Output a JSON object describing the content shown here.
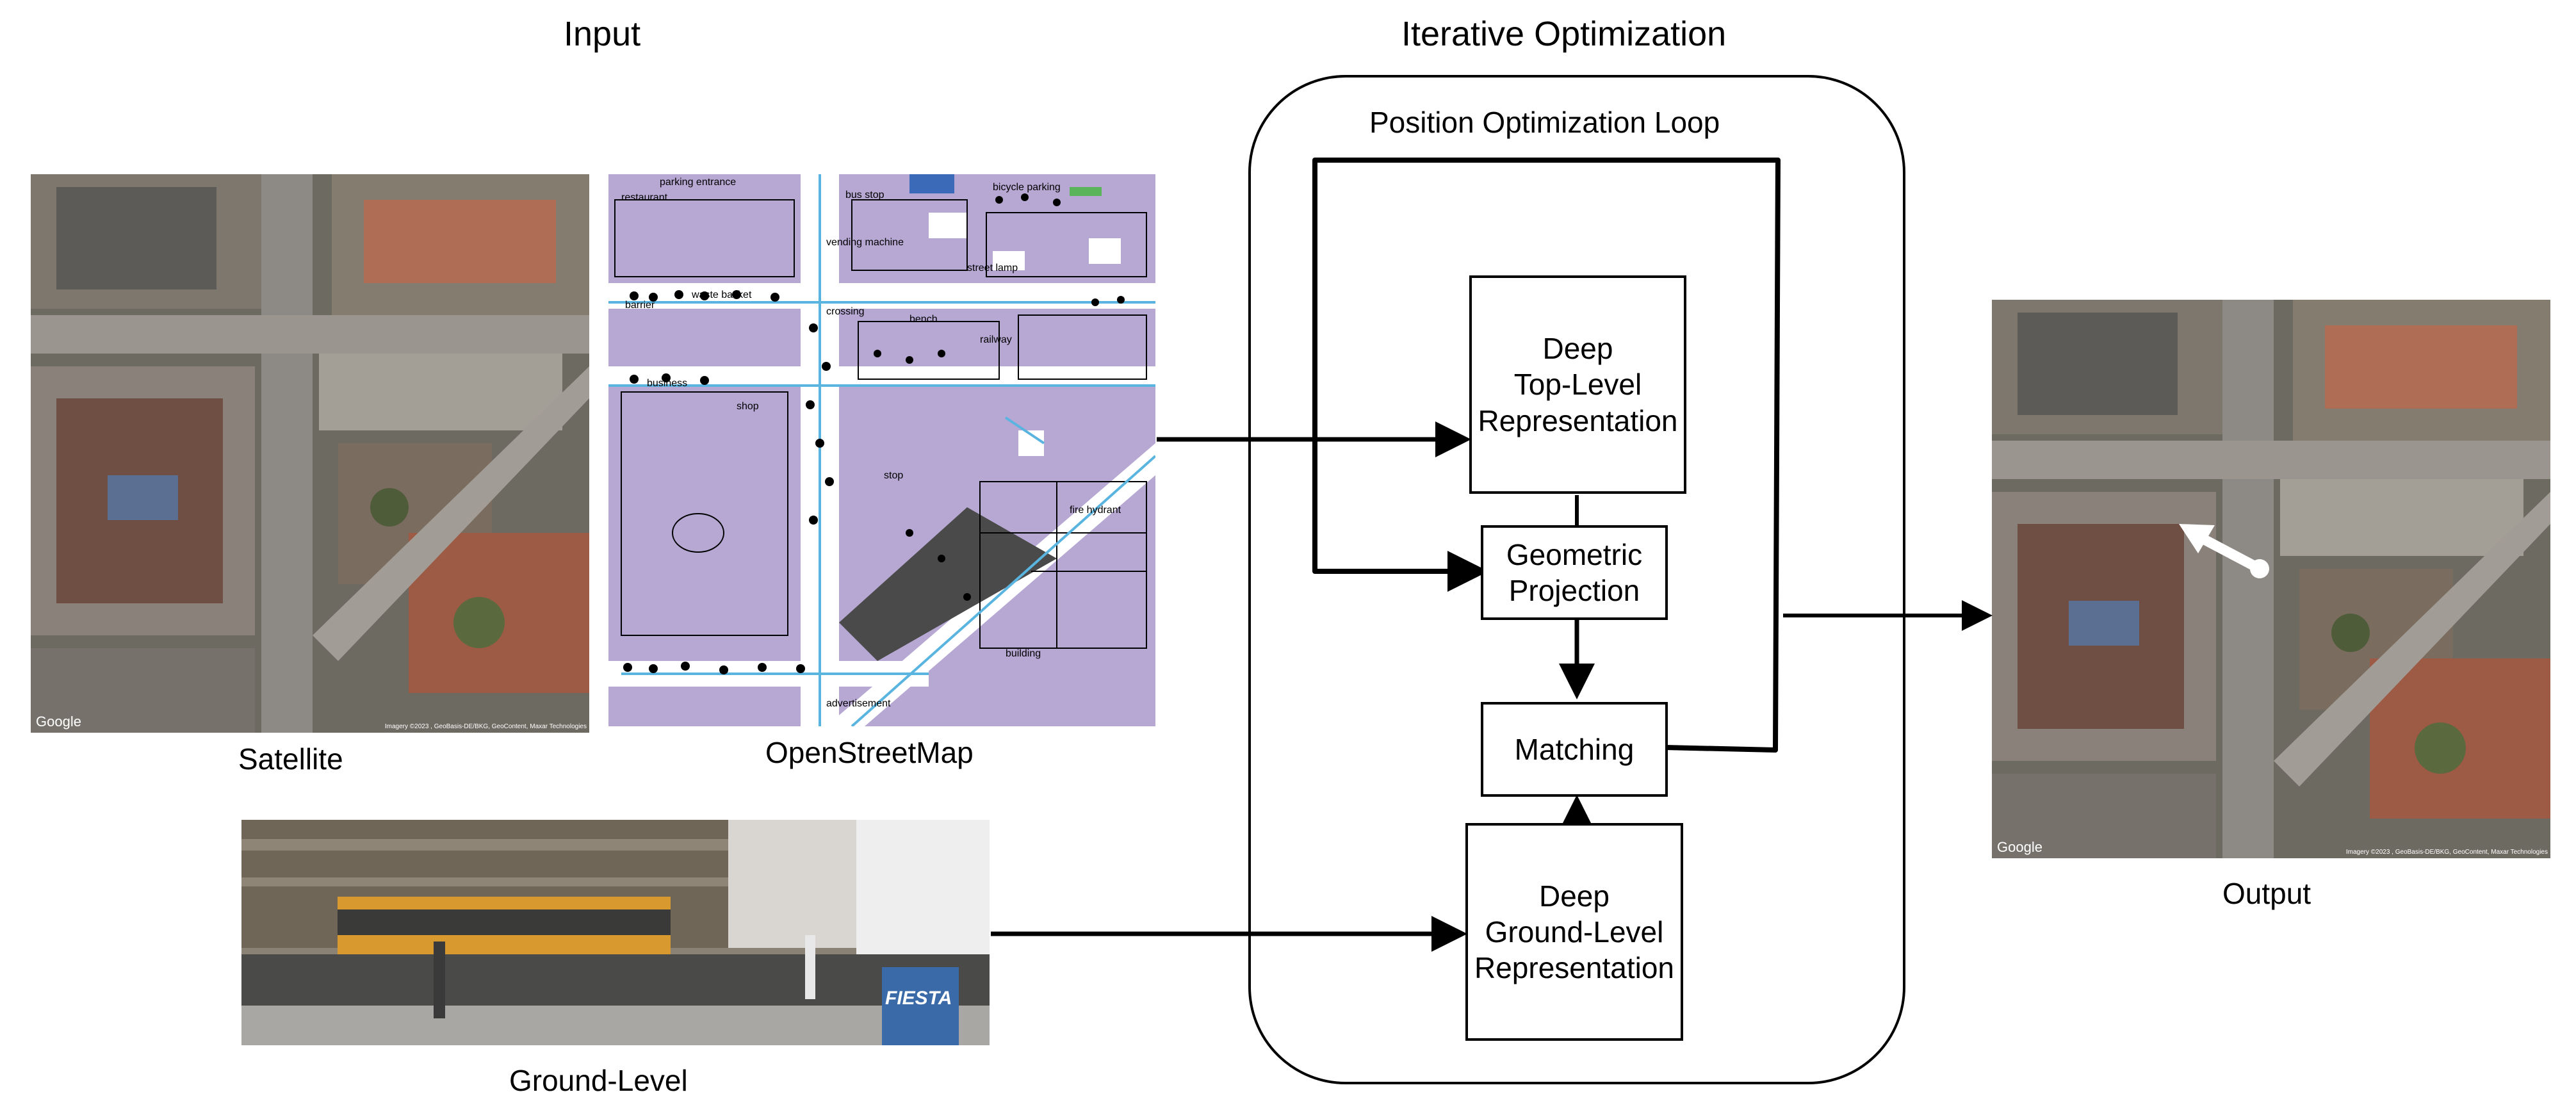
{
  "titles": {
    "input": "Input",
    "iterative": "Iterative Optimization",
    "loop": "Position Optimization Loop"
  },
  "captions": {
    "satellite": "Satellite",
    "osm": "OpenStreetMap",
    "ground": "Ground-Level",
    "output": "Output"
  },
  "boxes": {
    "top_level": [
      "Deep",
      "Top-Level",
      "Representation"
    ],
    "geometric": [
      "Geometric",
      "Projection"
    ],
    "matching": "Matching",
    "ground_level": [
      "Deep",
      "Ground-Level",
      "Representation"
    ]
  },
  "attributions": {
    "google": "Google",
    "imagery": "Imagery ©2023 , GeoBasis-DE/BKG, GeoContent, Maxar Technologies"
  },
  "osm_labels": [
    "parking entrance",
    "bus stop",
    "bicycle parking",
    "restaurant",
    "vending machine",
    "street lamp",
    "crossing",
    "bench",
    "railway",
    "barrier",
    "business",
    "shop",
    "advertisement",
    "waste basket",
    "fire hydrant",
    "stop",
    "building"
  ],
  "ground_sign": "FIESTA",
  "colors": {
    "osm_area": "#b6a7d3",
    "osm_road": "#5ab4e0",
    "osm_dark": "#4a4a4a",
    "stroke": "#000000"
  }
}
